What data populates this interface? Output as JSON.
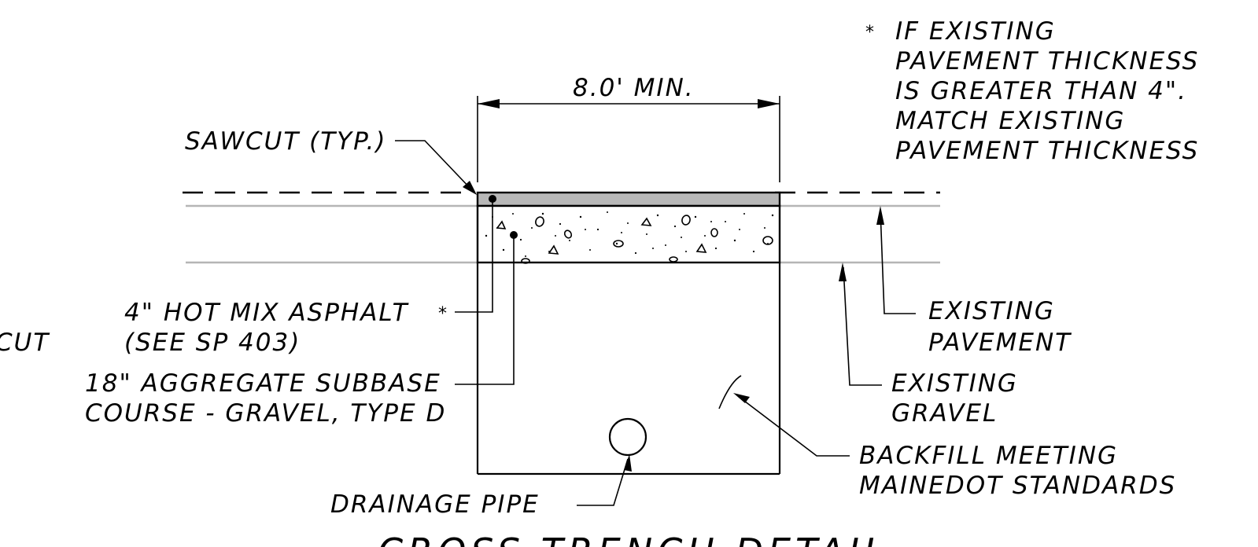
{
  "notes": {
    "asterisk": "*",
    "line1": "IF EXISTING",
    "line2": "PAVEMENT THICKNESS",
    "line3": "IS GREATER THAN 4\".",
    "line4": "MATCH EXISTING",
    "line5": "PAVEMENT THICKNESS"
  },
  "dimension": {
    "label": "8.0' MIN."
  },
  "labels": {
    "sawcut": "SAWCUT (TYP.)",
    "asphalt_line1": "4\" HOT MIX ASPHALT",
    "asphalt_marker": "*",
    "asphalt_line2": "(SEE SP 403)",
    "subbase_line1": "18\" AGGREGATE SUBBASE",
    "subbase_line2": "COURSE - GRAVEL, TYPE D",
    "existing_pavement_line1": "EXISTING",
    "existing_pavement_line2": "PAVEMENT",
    "existing_gravel_line1": "EXISTING",
    "existing_gravel_line2": "GRAVEL",
    "backfill_line1": "BACKFILL MEETING",
    "backfill_line2": "MAINEDOT STANDARDS",
    "drainage_pipe": "DRAINAGE PIPE",
    "cut_fragment": "CUT"
  },
  "title": "CROSS TRENCH DETAIL",
  "colors": {
    "line": "#000000",
    "existing_layer": "#b5b5b5",
    "asphalt_fill": "#b8b8b8"
  }
}
